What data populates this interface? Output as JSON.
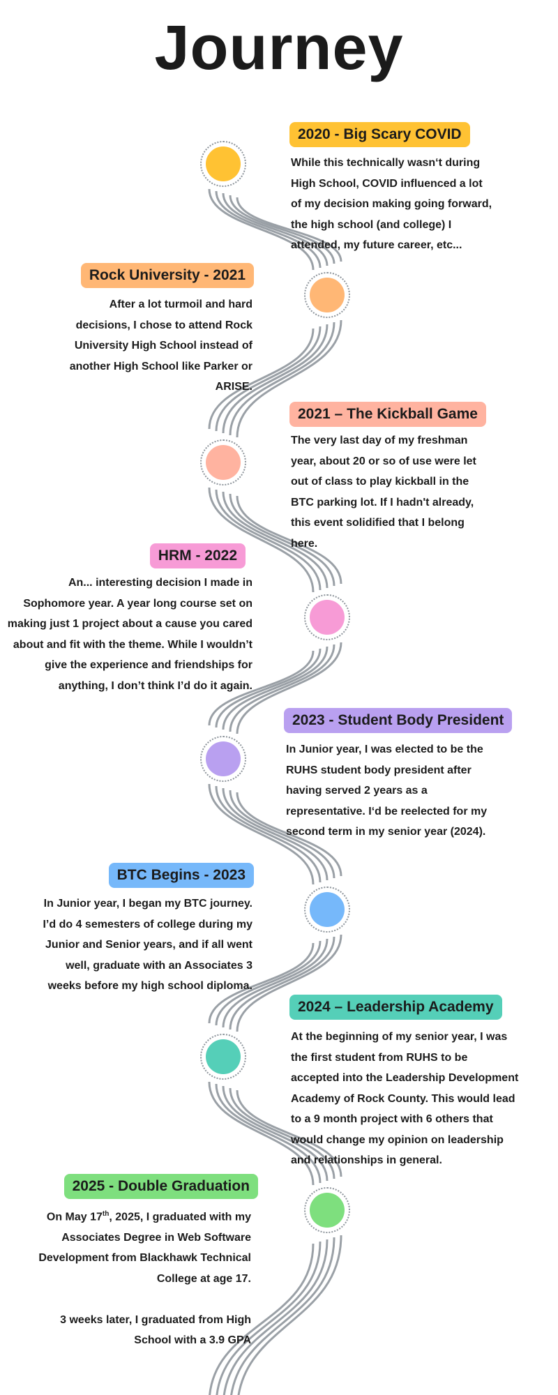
{
  "title": "Journey",
  "colors": {
    "line": "#9aa0a6"
  },
  "events": [
    {
      "title": "2020 - Big Scary COVID",
      "color": "#FFC233",
      "body": "While this technically wasn‘t during\nHigh School, COVID influenced a lot\nof my decision making going forward,\nthe high school (and college) I\nattended, my future career, etc..."
    },
    {
      "title": "Rock University - 2021",
      "color": "#FFB775",
      "body": "After a lot turmoil and hard\ndecisions, I chose to attend Rock\nUniversity High School instead of\nanother High School like Parker or\nARISE."
    },
    {
      "title": "2021 – The Kickball Game",
      "color": "#FFB3A0",
      "body": "The very last day of my freshman\nyear, about 20 or so of use were let\nout of class to play kickball in the\nBTC parking lot. If I hadn't already,\nthis event solidified that I belong\nhere."
    },
    {
      "title": "HRM - 2022",
      "color": "#F79BD6",
      "body": "An... interesting decision I made in\nSophomore year. A year long course set on\nmaking just 1 project about a cause you cared\nabout and fit with the theme. While I wouldn’t\ngive the experience and friendships for\nanything, I don’t think I’d do it again."
    },
    {
      "title": "2023 - Student Body President",
      "color": "#B9A0F0",
      "body": "In Junior year, I was elected to be the\nRUHS student body president after\nhaving served 2 years as a\nrepresentative. I‘d be reelected for my\nsecond term in my senior year (2024)."
    },
    {
      "title": "BTC Begins - 2023",
      "color": "#76B8FA",
      "body": "In Junior year, I began my BTC journey.\nI’d do 4 semesters of college during my\nJunior and Senior years, and if all went\nwell, graduate with an Associates 3\nweeks before my high school diploma."
    },
    {
      "title": "2024 – Leadership Academy",
      "color": "#55CFB8",
      "body": "At the beginning of my senior year, I was\nthe first student from RUHS to be\naccepted into the Leadership Development\nAcademy of Rock County. This would lead\nto a 9 month project with 6 others that\nwould change my opinion on leadership\nand relationships in general."
    },
    {
      "title": "2025 - Double Graduation",
      "color": "#7EDF7E",
      "body_pre": "On May 17",
      "body_sup": "th",
      "body": ", 2025, I graduated with my\nAssociates Degree in Web Software\nDevelopment from Blackhawk Technical\nCollege at age 17.\n\n3 weeks later, I graduated from High\nSchool with a 3.9 GPA"
    }
  ]
}
